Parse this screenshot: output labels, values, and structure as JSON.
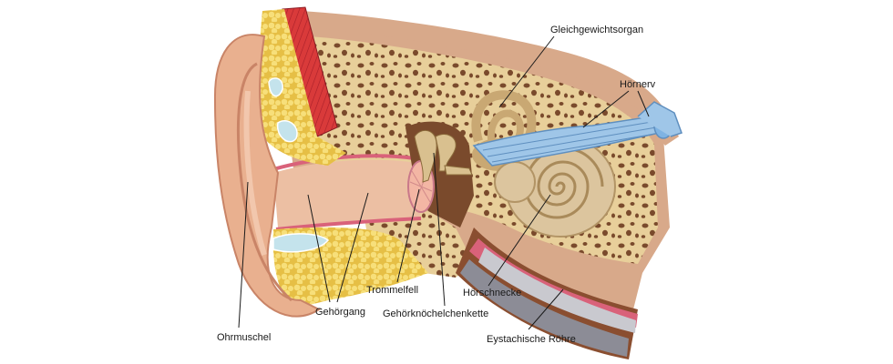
{
  "labels": {
    "gleichgewichtsorgan": "Gleichgewichtsorgan",
    "hoernerv": "Hörnerv",
    "ohrmuschel": "Ohrmuschel",
    "gehoergang": "Gehörgang",
    "trommelfell": "Trommelfell",
    "gehoerknoechelchenkette": "Gehörknöchelchenkette",
    "hoerschnecke": "Hörschnecke",
    "eustachische_roehre": "Eystachische Röhre"
  },
  "colors": {
    "bone": "#e8cf9a",
    "bone_pore": "#7a4a2c",
    "skin": "#e9b08f",
    "skin_dark": "#c98467",
    "fat": "#f1d261",
    "muscle": "#d93a3a",
    "nerve": "#9fc6e8",
    "cochlea": "#dcc59e",
    "mucosa": "#d9627a",
    "scalp": "#d8a98a"
  }
}
